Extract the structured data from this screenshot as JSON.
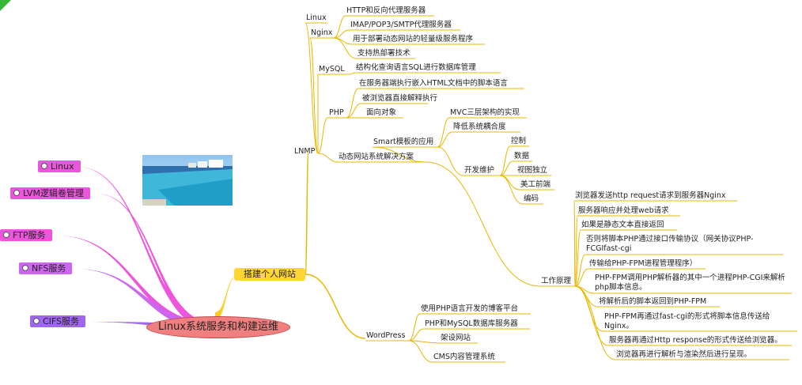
{
  "center": {
    "label": "Linux系统服务和构建运维"
  },
  "left_branches": [
    {
      "label": "Linux",
      "color": "#ee55dd"
    },
    {
      "label": "LVM逻辑卷管理",
      "color": "#ee55dd"
    },
    {
      "label": "FTP服务",
      "color": "#ee55dd"
    },
    {
      "label": "NFS服务",
      "color": "#cc66ee"
    },
    {
      "label": "CIFS服务",
      "color": "#a066ee"
    }
  ],
  "main_branch": {
    "label": "搭建个人网站",
    "color": "#ffd633",
    "line_color": "#e8b800"
  },
  "lnmp": {
    "label": "LNMP",
    "linux": "Linux",
    "nginx": {
      "label": "Nginx",
      "items": [
        "HTTP和反向代理服务器",
        "IMAP/POP3/SMTP代理服务器",
        "用于部署动态网站的轻量级服务程序",
        "支持热部署技术"
      ]
    },
    "mysql": {
      "label": "MySQL",
      "items": [
        "结构化查询语言SQL进行数据库管理"
      ]
    },
    "php": {
      "label": "PHP",
      "items": [
        "在服务器端执行嵌入HTML文档中的脚本语言",
        "被浏览器直接解释执行",
        "面向对象"
      ]
    },
    "dynamic": {
      "label": "动态网站系统解决方案",
      "smarty": {
        "label": "Smart模板的应用",
        "items": [
          "MVC三层架构的实现",
          "降低系统耦合度"
        ],
        "dev": {
          "label": "开发维护",
          "items": [
            "控制",
            "数据",
            "视图独立",
            "美工前端",
            "编码"
          ]
        }
      },
      "work": {
        "label": "工作原理",
        "items": [
          "浏览器发送http request请求到服务器Nginx",
          "服务器响应并处理web请求",
          "如果是静态文本直接返回",
          "否则将脚本PHP通过接口传输协议（网关协议PHP-FCGIfast-cgi",
          "传输给PHP-FPM进程管理程序）",
          "PHP-FPM调用PHP解析器的其中一个进程PHP-CGI来解析php脚本信息。",
          "将解析后的脚本返回到PHP-FPM",
          "PHP-FPM再通过fast-cgi的形式将脚本信息传送给Nginx。",
          "服务器再通过Http response的形式传送给浏览器。",
          "浏览器再进行解析与渲染然后进行呈现。"
        ]
      }
    }
  },
  "wordpress": {
    "label": "WordPress",
    "items": [
      "使用PHP语言开发的博客平台",
      "PHP和MySQL数据库服务器",
      "架设网站",
      "CMS内容管理系统"
    ]
  }
}
